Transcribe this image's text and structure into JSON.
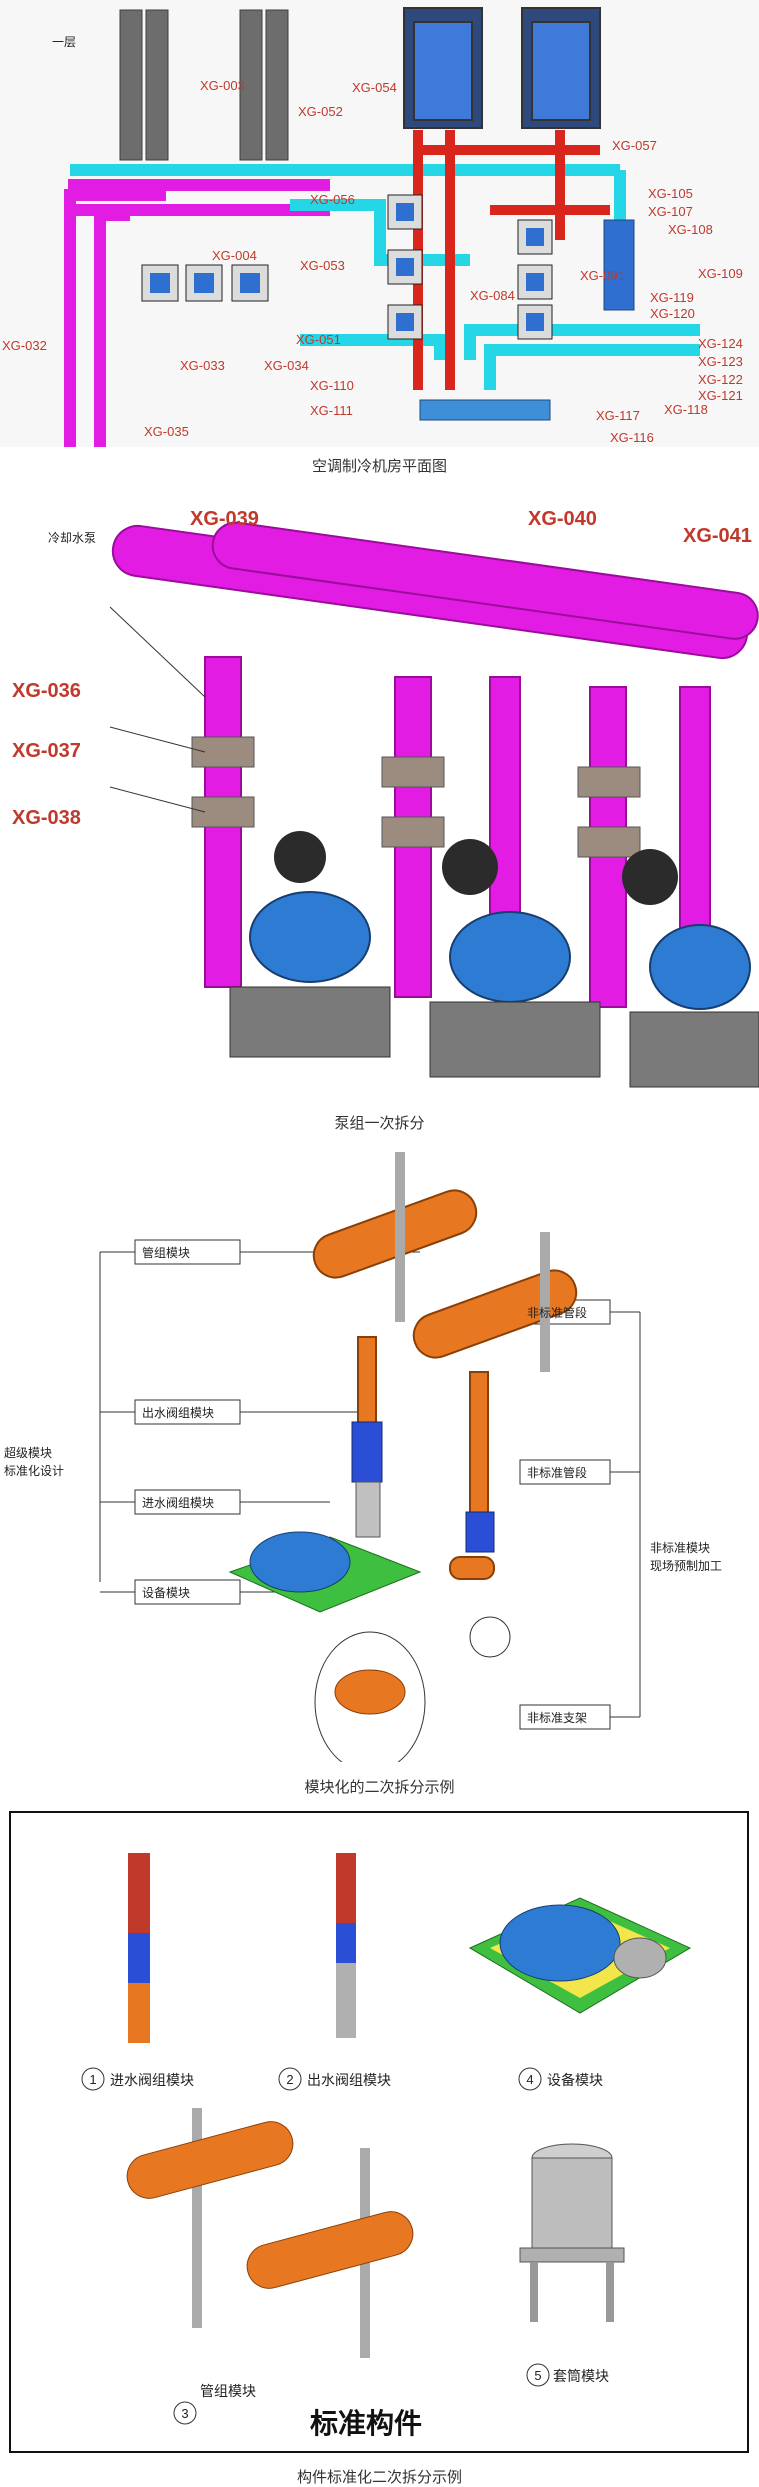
{
  "figure1": {
    "caption": "空调制冷机房平面图",
    "top_left_note": "一层",
    "labels": [
      "XG-003",
      "XG-052",
      "XG-054",
      "XG-056",
      "XG-004",
      "XG-053",
      "XG-051",
      "XG-032",
      "XG-033",
      "XG-034",
      "XG-035",
      "XG-110",
      "XG-111",
      "XG-084",
      "XG-091",
      "XG-057",
      "XG-105",
      "XG-107",
      "XG-108",
      "XG-109",
      "XG-119",
      "XG-120",
      "XG-124",
      "XG-123",
      "XG-122",
      "XG-121",
      "XG-118",
      "XG-117",
      "XG-116"
    ]
  },
  "figure2": {
    "caption": "泵组一次拆分",
    "top_left_note": "冷却水泵",
    "labels": [
      "XG-039",
      "XG-040",
      "XG-041",
      "XG-036",
      "XG-037",
      "XG-038"
    ]
  },
  "figure3": {
    "caption": "模块化的二次拆分示例",
    "left_group": "超级模块\n标准化设计",
    "left_group_line1": "超级模块",
    "left_group_line2": "标准化设计",
    "left_items": [
      "管组模块",
      "出水阀组模块",
      "进水阀组模块",
      "设备模块"
    ],
    "right_items": [
      "非标准管段",
      "非标准管段",
      "非标准支架"
    ],
    "right_group_line1": "非标准模块",
    "right_group_line2": "现场预制加工"
  },
  "figure4": {
    "caption": "构件标准化二次拆分示例",
    "title": "标准构件",
    "items": [
      {
        "num": "1",
        "label": "进水阀组模块"
      },
      {
        "num": "2",
        "label": "出水阀组模块"
      },
      {
        "num": "4",
        "label": "设备模块"
      },
      {
        "num": "3",
        "label": "管组模块"
      },
      {
        "num": "5",
        "label": "套筒模块"
      }
    ]
  }
}
